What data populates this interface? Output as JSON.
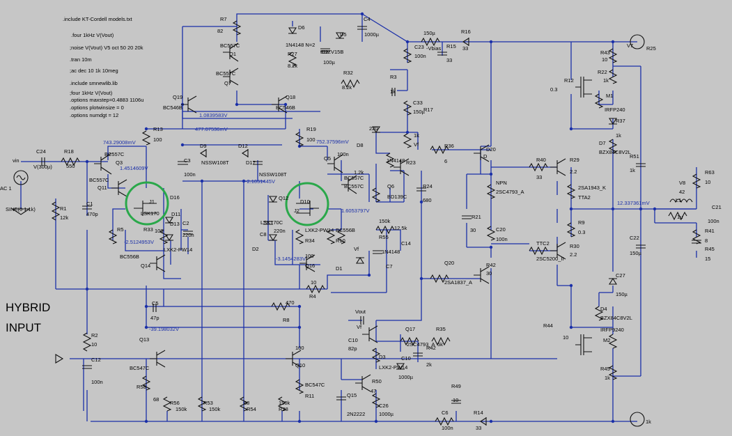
{
  "directives": [
    ".include KT-Cordell models.txt",
    ".four 1kHz V(Vout)",
    ";noise V(Vout) V5 oct 50 20 20k",
    ".tran 10m",
    ";ac dec 10 1k 10meg",
    ".include smnewlib.lib",
    ";four 1kHz V(Vout)",
    ".options maxstep=0.4883 1106u",
    ".options plotwinsize = 0",
    ".options numdgt = 12"
  ],
  "annotation": {
    "line1": "HYBRID",
    "line2": "INPUT"
  },
  "highlight_color": "#2aa84a",
  "wire_color": "#1a2fa8",
  "source": {
    "name": "AC 1",
    "input_label": "vin",
    "func": "SINE(0 1 1k)"
  },
  "node_voltages": [
    "743.29008mV",
    "1.4514609V",
    "477.07536mV",
    "1.0839583V",
    "752.37596mV",
    "-2.1051445V",
    "1.6053797V",
    "-2.5124953V",
    "-3.1454283V",
    "-39.198032V",
    "12.337361mV"
  ],
  "labels": [
    "C24",
    "V(300µ)",
    "R18",
    "550",
    "R1",
    "12k",
    "C1",
    "470p",
    "R5",
    "R33",
    "100",
    "BC557C",
    "Q3",
    "BC557C",
    "Q11",
    "J1",
    "LSK170",
    "D16",
    "D11",
    "D13",
    "C2",
    "220n",
    "LXK2-PW14",
    "BC556B",
    "Q14",
    "C5",
    "47p",
    "Q13",
    "BC547C",
    "R58",
    "68",
    "R56",
    "150k",
    "R53",
    "150k",
    "R2",
    "10",
    "C12",
    "100n",
    "R13",
    "100",
    "Q19",
    "BC546B",
    "C3",
    "100n",
    "D9",
    "NSSW108T",
    "D12",
    "R7",
    "82",
    "BC557C",
    "Q1",
    "BC557C",
    "Q7",
    "D6",
    "1N4148 N=2",
    "R27",
    "8.2k",
    "C2",
    "D5",
    "EDZV15B",
    "100µ",
    "R32",
    "8.2k",
    "C4",
    "1000µ",
    "Q18",
    "BC546B",
    "R19",
    "100",
    "D17",
    "NSSW108T",
    "100n",
    "Q5",
    "BC557C",
    "BC557C",
    "Q12",
    "D10",
    "J2",
    "LSK170C",
    "C8",
    "220n",
    "D2",
    "LXK2-PW14",
    "R34",
    "100",
    "Q16",
    "BC556B",
    "R10",
    "10",
    "R4",
    "470",
    "R8",
    "100",
    "Q10",
    "BC547C",
    "R11",
    "68",
    "R54",
    "150k",
    "R28",
    "150k",
    "R55",
    "12.5k",
    "Vf",
    "D1",
    "1N4148",
    "C7",
    "220",
    "D8",
    "1N4148",
    "R23",
    "1.2k",
    "Q6",
    "BD139C",
    "R24",
    "680",
    "C14",
    "150µ",
    "-Vbias",
    "R15",
    "33",
    "C23",
    "100n",
    "R3",
    "1k",
    "C33",
    "150µ",
    "R17",
    "1k",
    "Vf",
    "R36",
    "6",
    "R16",
    "33",
    "D20",
    "D",
    "NPN",
    "2SC4793_A",
    "R21",
    "30",
    "C20",
    "100n",
    "R42",
    "30",
    "Q20",
    "2SA1837_A",
    "R40",
    "33",
    "R29",
    "2.2",
    "TTC2",
    "2SC5200_II",
    "R30",
    "2.2",
    "2SA1943_K",
    "TTA2",
    "R9",
    "0.3",
    "R12",
    "0.3",
    "M1",
    "IRFP240",
    "R43",
    "10",
    "R22",
    "1k",
    "R37",
    "1k",
    "D7",
    "BZX84C8V2L",
    "R51",
    "1k",
    "C22",
    "150µ",
    "C27",
    "150µ",
    "D4",
    "BZX84C8V2L",
    "R44",
    "10",
    "IRFP9240",
    "M2",
    "R45",
    "1k",
    "R25",
    "1k",
    "V7",
    "V8",
    "42",
    "L1",
    "1µ",
    "R63",
    "10",
    "R41",
    "8",
    "R45",
    "15",
    "C21",
    "100n",
    "Vout",
    "Vf",
    "C10",
    "82p",
    "Q17",
    "2SC4793_A",
    "R35",
    "5k",
    "R42",
    "2k",
    "C10",
    "1000µ",
    "D3",
    "LXK2-PW14",
    "R50",
    "47",
    "Q15",
    "2N2222",
    "C26",
    "1000µ",
    "R49",
    "10",
    "C6",
    "100n",
    "R14",
    "33",
    "D19",
    "D"
  ]
}
